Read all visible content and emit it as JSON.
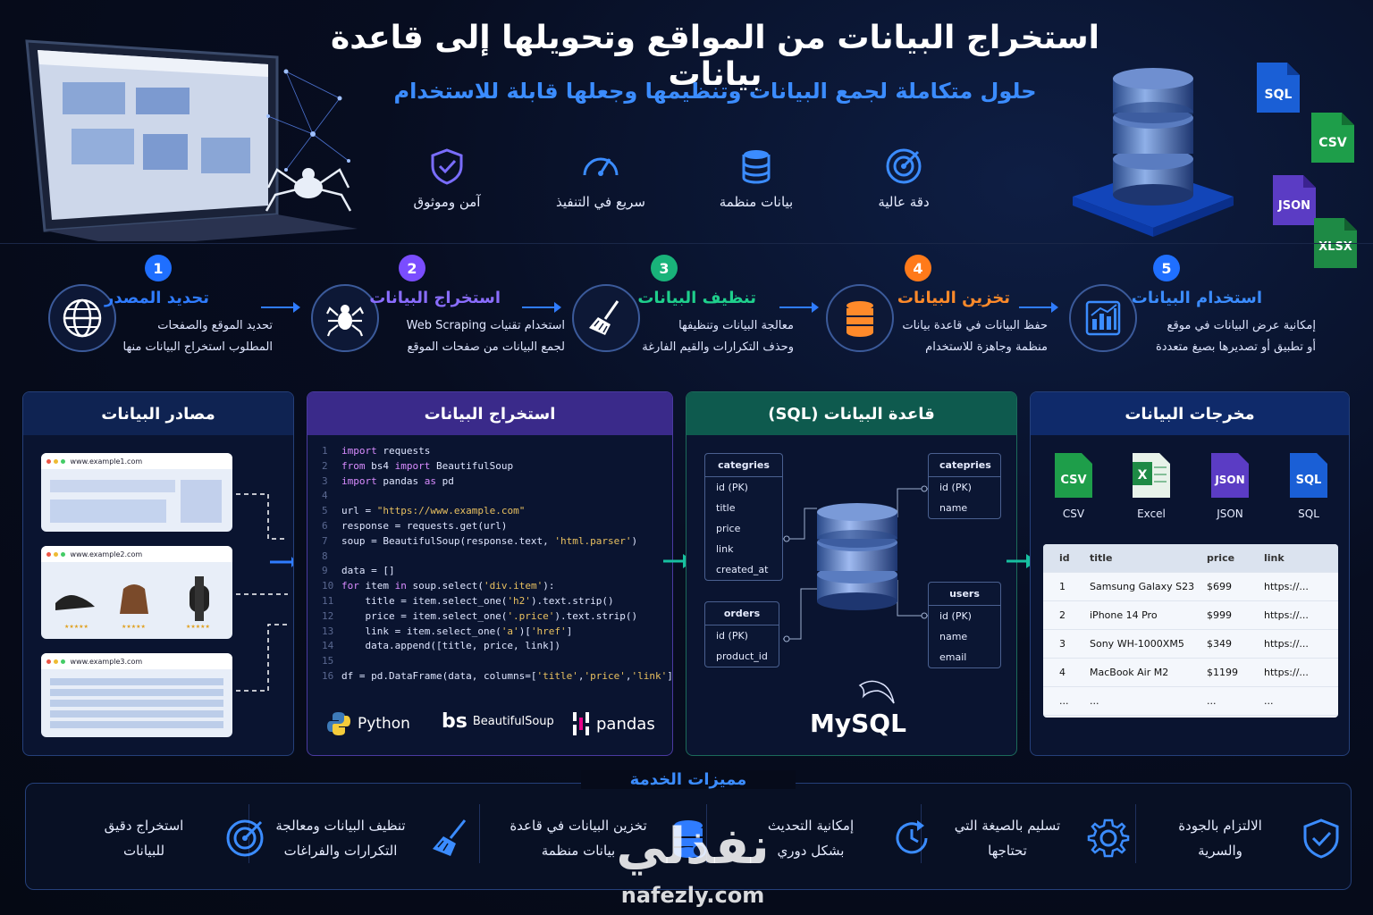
{
  "header": {
    "title": "استخراج البيانات من المواقع وتحويلها إلى قاعدة بيانات",
    "subtitle": "حلول متكاملة لجمع البيانات وتنظيمها وجعلها قابلة للاستخدام"
  },
  "features": [
    {
      "label": "دقة عالية",
      "icon": "target-icon"
    },
    {
      "label": "بيانات منظمة",
      "icon": "database-icon"
    },
    {
      "label": "سريع في التنفيذ",
      "icon": "speedometer-icon"
    },
    {
      "label": "آمن وموثوق",
      "icon": "shield-check-icon"
    }
  ],
  "hero_files": [
    "SQL",
    "CSV",
    "JSON",
    "XLSX"
  ],
  "steps": [
    {
      "num": "1",
      "title": "تحديد المصدر",
      "desc1": "تحديد الموقع والصفحات",
      "desc2": "المطلوب استخراج البيانات منها",
      "color": "#1f6fff",
      "icon": "globe-icon"
    },
    {
      "num": "2",
      "title": "استخراج البيانات",
      "desc1": "استخدام تقنيات Web Scraping",
      "desc2": "لجمع البيانات من صفحات الموقع",
      "color": "#7a4dff",
      "icon": "spider-icon"
    },
    {
      "num": "3",
      "title": "تنظيف البيانات",
      "desc1": "معالجة البيانات وتنظيفها",
      "desc2": "وحذف التكرارات والقيم الفارغة",
      "color": "#19b37a",
      "icon": "broom-icon"
    },
    {
      "num": "4",
      "title": "تخزين البيانات",
      "desc1": "حفظ البيانات في قاعدة بيانات",
      "desc2": "منظمة وجاهزة للاستخدام",
      "color": "#ff7a1a",
      "icon": "database-icon"
    },
    {
      "num": "5",
      "title": "استخدام البيانات",
      "desc1": "إمكانية عرض البيانات في موقع",
      "desc2": "أو تطبيق أو تصديرها بصيغ متعددة",
      "color": "#1f6fff",
      "icon": "bar-chart-icon"
    }
  ],
  "panels": {
    "sources": {
      "title": "مصادر البيانات",
      "sites": [
        "www.example1.com",
        "www.example2.com",
        "www.example3.com"
      ]
    },
    "extract": {
      "title": "استخراج البيانات",
      "code": [
        "import requests",
        "from bs4 import BeautifulSoup",
        "import pandas as pd",
        "",
        "url = \"https://www.example.com\"",
        "response = requests.get(url)",
        "soup = BeautifulSoup(response.text, 'html.parser')",
        "",
        "data = []",
        "for item in soup.select('div.item'):",
        "    title = item.select_one('h2').text.strip()",
        "    price = item.select_one('.price').text.strip()",
        "    link = item.select_one('a')['href']",
        "    data.append([title, price, link])",
        "",
        "df = pd.DataFrame(data, columns=['title','price','link'])"
      ],
      "libs": [
        "Python",
        "BeautifulSoup",
        "pandas"
      ]
    },
    "database": {
      "title": "قاعدة البيانات (SQL)",
      "tables": [
        {
          "name": "categries",
          "fields": [
            "id (PK)",
            "title",
            "price",
            "link",
            "created_at"
          ]
        },
        {
          "name": "catepries",
          "fields": [
            "id (PK)",
            "name"
          ]
        },
        {
          "name": "orders",
          "fields": [
            "id (PK)",
            "product_id"
          ]
        },
        {
          "name": "users",
          "fields": [
            "id (PK)",
            "name",
            "email"
          ]
        }
      ],
      "brand": "MySQL"
    },
    "outputs": {
      "title": "مخرجات البيانات",
      "formats": [
        {
          "label": "CSV",
          "tag": "CSV",
          "color": "#1e9e4a"
        },
        {
          "label": "Excel",
          "tag": "X",
          "color": "#1e8a45"
        },
        {
          "label": "JSON",
          "tag": "JSON",
          "color": "#5b3cc4"
        },
        {
          "label": "SQL",
          "tag": "SQL",
          "color": "#1a5fd6"
        }
      ],
      "columns": [
        "id",
        "title",
        "price",
        "link"
      ],
      "rows": [
        [
          "1",
          "Samsung Galaxy S23",
          "$699",
          "https://..."
        ],
        [
          "2",
          "iPhone 14 Pro",
          "$999",
          "https://..."
        ],
        [
          "3",
          "Sony WH-1000XM5",
          "$349",
          "https://..."
        ],
        [
          "4",
          "MacBook Air M2",
          "$1199",
          "https://..."
        ],
        [
          "...",
          "...",
          "...",
          "..."
        ]
      ]
    }
  },
  "bottom": {
    "title": "مميزات الخدمة",
    "items": [
      {
        "l1": "الالتزام بالجودة",
        "l2": "والسرية",
        "icon": "shield-check-icon"
      },
      {
        "l1": "تسليم بالصيغة التي",
        "l2": "تحتاجها",
        "icon": "gear-icon"
      },
      {
        "l1": "إمكانية التحديث",
        "l2": "بشكل دوري",
        "icon": "refresh-icon"
      },
      {
        "l1": "تخزين البيانات في قاعدة",
        "l2": "بيانات منظمة",
        "icon": "database-icon"
      },
      {
        "l1": "تنظيف البيانات ومعالجة",
        "l2": "التكرارات والفراغات",
        "icon": "broom-icon"
      },
      {
        "l1": "استخراج دقيق",
        "l2": "للبيانات",
        "icon": "target-icon"
      }
    ]
  },
  "watermark": {
    "arabic": "نفذلي",
    "latin": "nafezly.com"
  }
}
